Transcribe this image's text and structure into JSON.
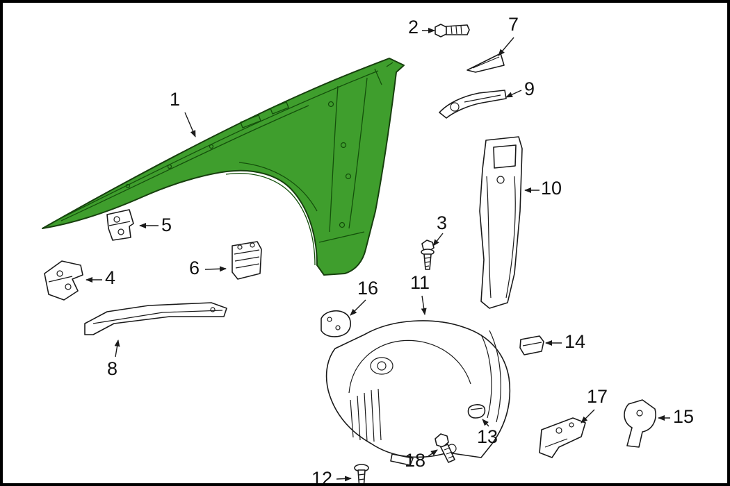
{
  "diagram": {
    "highlighted_callout": "1",
    "callouts": [
      {
        "label": "1"
      },
      {
        "label": "2"
      },
      {
        "label": "3"
      },
      {
        "label": "4"
      },
      {
        "label": "5"
      },
      {
        "label": "6"
      },
      {
        "label": "7"
      },
      {
        "label": "8"
      },
      {
        "label": "9"
      },
      {
        "label": "10"
      },
      {
        "label": "11"
      },
      {
        "label": "12"
      },
      {
        "label": "13"
      },
      {
        "label": "14"
      },
      {
        "label": "15"
      },
      {
        "label": "16"
      },
      {
        "label": "17"
      },
      {
        "label": "18"
      }
    ]
  },
  "colors": {
    "fender_highlight": "#3f9e2d",
    "line": "#1a1a1a",
    "background": "#ffffff"
  }
}
